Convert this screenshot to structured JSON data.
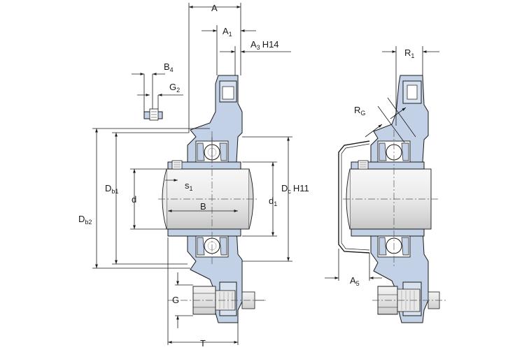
{
  "labels": {
    "A": "A",
    "A1_base": "A",
    "A1_sub": "1",
    "A3_base": "A",
    "A3_sub": "3",
    "A3_tol": "H14",
    "B4_base": "B",
    "B4_sub": "4",
    "G2_base": "G",
    "G2_sub": "2",
    "Db1_base": "D",
    "Db1_sub": "b1",
    "Db2_base": "D",
    "Db2_sub": "b2",
    "d": "d",
    "s1_base": "s",
    "s1_sub": "1",
    "B": "B",
    "d1_base": "d",
    "d1_sub": "1",
    "Dc_base": "D",
    "Dc_sub": "c",
    "Dc_tol": "H11",
    "G": "G",
    "T": "T",
    "R1_base": "R",
    "R1_sub": "1",
    "RG_base": "R",
    "RG_sub": "G",
    "A5_base": "A",
    "A5_sub": "5"
  },
  "colors": {
    "housing": "#c3d1e6",
    "housing_light": "#d7e1ef",
    "shaft_light": "#f4f4f4",
    "shaft_dark": "#c8c8c8",
    "line": "#1a1a1a"
  }
}
